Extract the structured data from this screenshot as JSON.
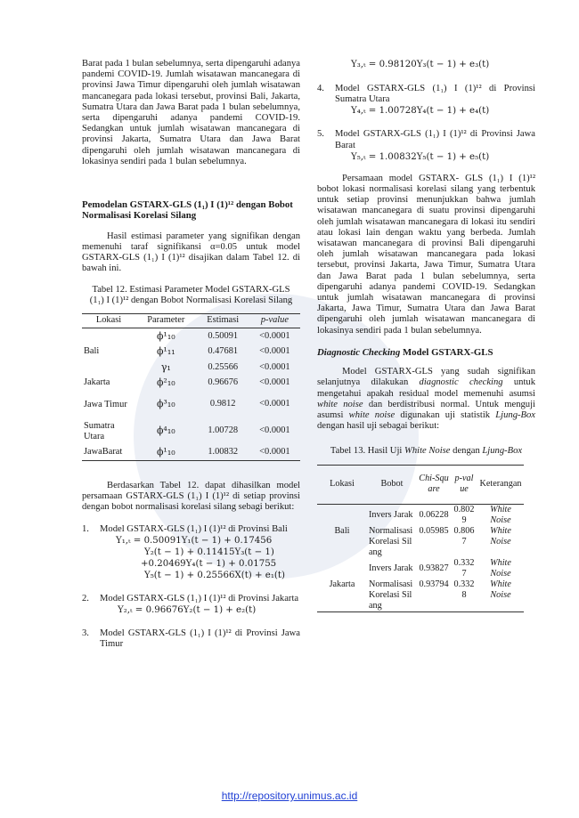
{
  "left": {
    "p1": "Barat pada 1 bulan sebelumnya, serta dipengaruhi adanya pandemi COVID-19. Jumlah wisatawan mancanegara di provinsi Jawa Timur dipengaruhi oleh jumlah wisatawan mancanegara pada lokasi tersebut, provinsi Bali, Jakarta, Sumatra Utara dan Jawa Barat pada 1 bulan sebelumnya, serta dipengaruhi adanya pandemi COVID-19. Sedangkan untuk jumlah wisatawan mancanegara di provinsi Jakarta, Sumatra Utara dan Jawa Barat dipengaruhi oleh jumlah wisatawan mancanegara di lokasinya sendiri pada 1 bulan sebelumnya.",
    "heading": "Pemodelan GSTARX-GLS (1₁) I (1)¹² dengan Bobot Normalisasi Korelasi Silang",
    "p2": "Hasil estimasi parameter yang signifikan dengan memenuhi taraf signifikansi α=0.05 untuk model GSTARX-GLS (1₁) I (1)¹² disajikan dalam Tabel 12. di bawah ini.",
    "table_caption": "Tabel 12. Estimasi Parameter Model GSTARX-GLS (1₁) I (1)¹² dengan Bobot Normalisasi Korelasi Silang",
    "table12_headers": [
      "Lokasi",
      "Parameter",
      "Estimasi",
      "p-value"
    ],
    "table12_rows": [
      {
        "lokasi": "",
        "param": "ϕ¹₁₀",
        "est": "0.50091",
        "p": "<0.0001"
      },
      {
        "lokasi": "Bali",
        "param": "ϕ¹₁₁",
        "est": "0.47681",
        "p": "<0.0001"
      },
      {
        "lokasi": "",
        "param": "γ₁",
        "est": "0.25566",
        "p": "<0.0001"
      },
      {
        "lokasi": "Jakarta",
        "param": "ϕ²₁₀",
        "est": "0.96676",
        "p": "<0.0001"
      },
      {
        "lokasi": "Jawa Timur",
        "param": "ϕ³₁₀",
        "est": "0.9812",
        "p": "<0.0001"
      },
      {
        "lokasi": "Sumatra Utara",
        "param": "ϕ⁴₁₀",
        "est": "1.00728",
        "p": "<0.0001"
      },
      {
        "lokasi": "JawaBarat",
        "param": "ϕ¹₁₀",
        "est": "1.00832",
        "p": "<0.0001"
      }
    ],
    "p3": "Berdasarkan Tabel 12. dapat dihasilkan model persamaan GSTARX-GLS (1₁) I (1)¹² di setiap provinsi dengan bobot normalisasi korelasi silang sebagi berikut:",
    "items": [
      {
        "num": "1.",
        "text": "Model GSTARX-GLS (1₁) I (1)¹² di Provinsi Bali",
        "eqs": [
          "Y₁,ₜ = 0.50091Y₁(t − 1) + 0.17456",
          "Y₂(t − 1) + 0.11415Y₃(t − 1)",
          "+0.20469Y₄(t − 1) + 0.01755",
          "Y₅(t − 1) + 0.25566X(t) + e₁(t)"
        ]
      },
      {
        "num": "2.",
        "text": "Model GSTARX-GLS (1₁) I (1)¹² di Provinsi Jakarta",
        "eqs": [
          "Y₂,ₜ = 0.96676Y₂(t − 1) + e₂(t)"
        ]
      },
      {
        "num": "3.",
        "text": "Model GSTARX-GLS (1₁) I (1)¹² di Provinsi Jawa Timur",
        "eqs": []
      }
    ]
  },
  "right": {
    "eq_top": "Y₃,ₜ = 0.98120Y₃(t − 1) + e₃(t)",
    "items": [
      {
        "num": "4.",
        "text": "Model GSTARX-GLS (1₁) I (1)¹² di Provinsi Sumatra Utara",
        "eq": "Y₄,ₜ = 1.00728Y₄(t − 1) + e₄(t)"
      },
      {
        "num": "5.",
        "text": "Model GSTARX-GLS (1₁) I (1)¹² di Provinsi Jawa Barat",
        "eq": "Y₅,ₜ = 1.00832Y₅(t − 1) + e₅(t)"
      }
    ],
    "p1": "Persamaan model GSTARX- GLS (1₁) I (1)¹² bobot lokasi normalisasi korelasi silang yang terbentuk untuk setiap provinsi menunjukkan bahwa jumlah wisatawan mancanegara di suatu provinsi dipengaruhi oleh jumlah wisatawan mancanegara di lokasi itu sendiri atau lokasi lain dengan waktu yang berbeda. Jumlah wisatawan mancanegara di provinsi Bali dipengaruhi oleh jumlah wisatawan mancanegara pada lokasi tersebut, provinsi Jakarta, Jawa Timur, Sumatra Utara dan Jawa Barat pada 1 bulan sebelumnya, serta dipengaruhi adanya pandemi COVID-19. Sedangkan untuk jumlah wisatawan mancanegara di provinsi Jakarta, Jawa Timur, Sumatra Utara dan Jawa Barat dipengaruhi oleh jumlah wisatawan mancanegara di lokasinya sendiri pada 1 bulan sebelumnya.",
    "heading_italic": "Diagnostic Checking",
    "heading_rest": " Model GSTARX-GLS",
    "p2_a": "Model GSTARX-GLS yang sudah signifikan selanjutnya dilakukan ",
    "p2_i1": "diagnostic checking",
    "p2_b": " untuk mengetahui apakah residual model memenuhi asumsi ",
    "p2_i2": "white noise",
    "p2_c": " dan berdistribusi normal. Untuk menguji asumsi ",
    "p2_i3": "white noise",
    "p2_d": " digunakan uji statistik ",
    "p2_i4": "Ljung-Box",
    "p2_e": " dengan hasil uji sebagai berikut:",
    "cap_a": "Tabel 13. Hasil Uji ",
    "cap_i": "White Noise",
    "cap_b": " dengan ",
    "cap_i2": "Ljung-Box",
    "table13_headers": [
      "Lokasi",
      "Bobot",
      "Chi-Square",
      "p-value",
      "Keterangan"
    ],
    "table13_rows": [
      {
        "lokasi": "Bali",
        "bobot": "Invers Jarak",
        "chi": "0.06228",
        "p": "0.8029",
        "ket": "White Noise"
      },
      {
        "lokasi": "",
        "bobot": "Normalisasi Korelasi Silang",
        "chi": "0.05985",
        "p": "0.8067",
        "ket": "White Noise"
      },
      {
        "lokasi": "Jakarta",
        "bobot": "Invers Jarak",
        "chi": "0.93827",
        "p": "0.3327",
        "ket": "White Noise"
      },
      {
        "lokasi": "",
        "bobot": "Normalisasi Korelasi Silang",
        "chi": "0.93794",
        "p": "0.3328",
        "ket": "White Noise"
      }
    ]
  },
  "footer": {
    "url": "http://repository.unimus.ac.id"
  }
}
